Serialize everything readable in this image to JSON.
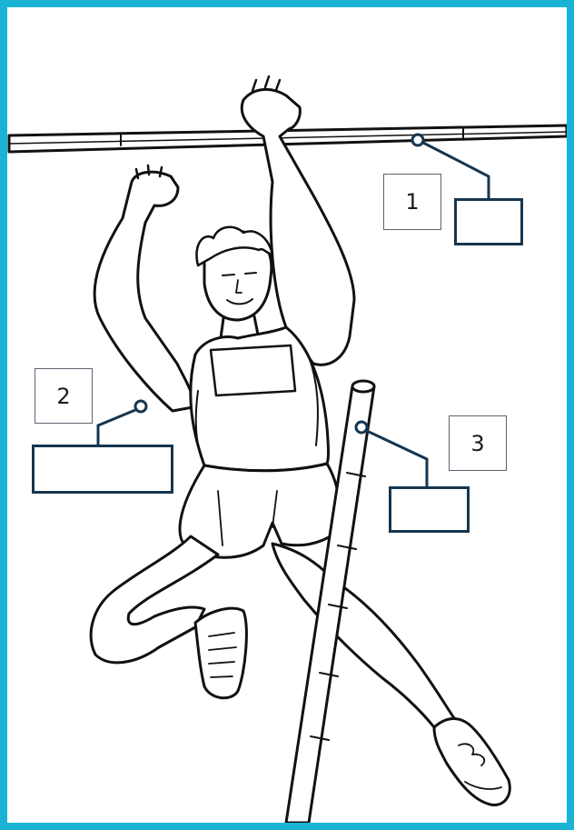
{
  "labels": [
    {
      "number": "1",
      "target": "crossbar"
    },
    {
      "number": "2",
      "target": "athlete"
    },
    {
      "number": "3",
      "target": "vaulting pole"
    }
  ],
  "colors": {
    "frame_border": "#1ab3d4",
    "leader_line": "#153650",
    "line_art": "#111111"
  }
}
